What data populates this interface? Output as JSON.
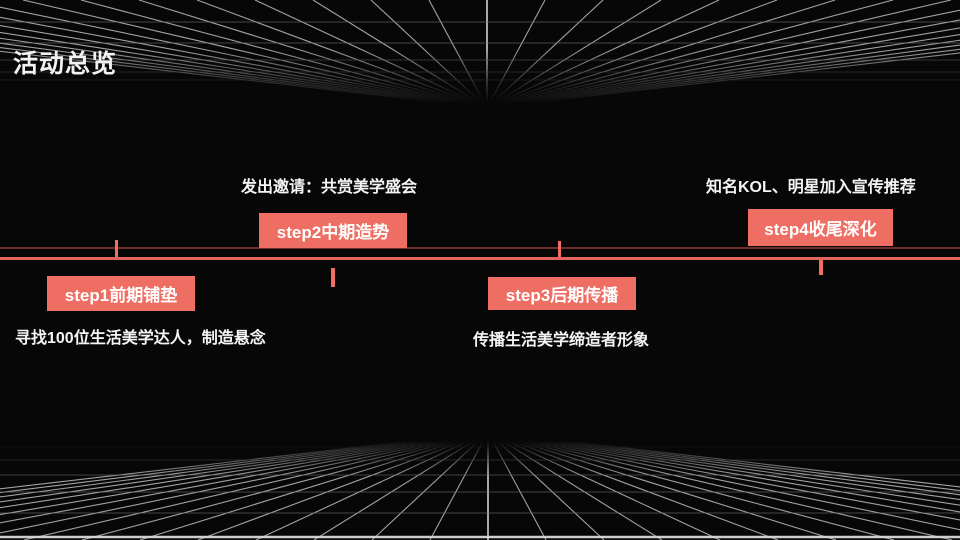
{
  "slide": {
    "title": "活动总览",
    "colors": {
      "accent_box": "#ee6e63",
      "timeline_line": "#e2655b",
      "background": "#070707",
      "text": "#f5f5f5",
      "grid_ray": "#b4b4b4",
      "grid_horizontal": "#6e6e6e"
    }
  },
  "timeline": {
    "steps": [
      {
        "id": "step1",
        "label": "step1前期铺垫",
        "note": "寻找100位生活美学达人，制造悬念",
        "note_position": "below"
      },
      {
        "id": "step2",
        "label": "step2中期造势",
        "note": "发出邀请：共赏美学盛会",
        "note_position": "above"
      },
      {
        "id": "step3",
        "label": "step3后期传播",
        "note": "传播生活美学缔造者形象",
        "note_position": "below"
      },
      {
        "id": "step4",
        "label": "step4收尾深化",
        "note": "知名KOL、明星加入宣传推荐",
        "note_position": "above"
      }
    ]
  }
}
